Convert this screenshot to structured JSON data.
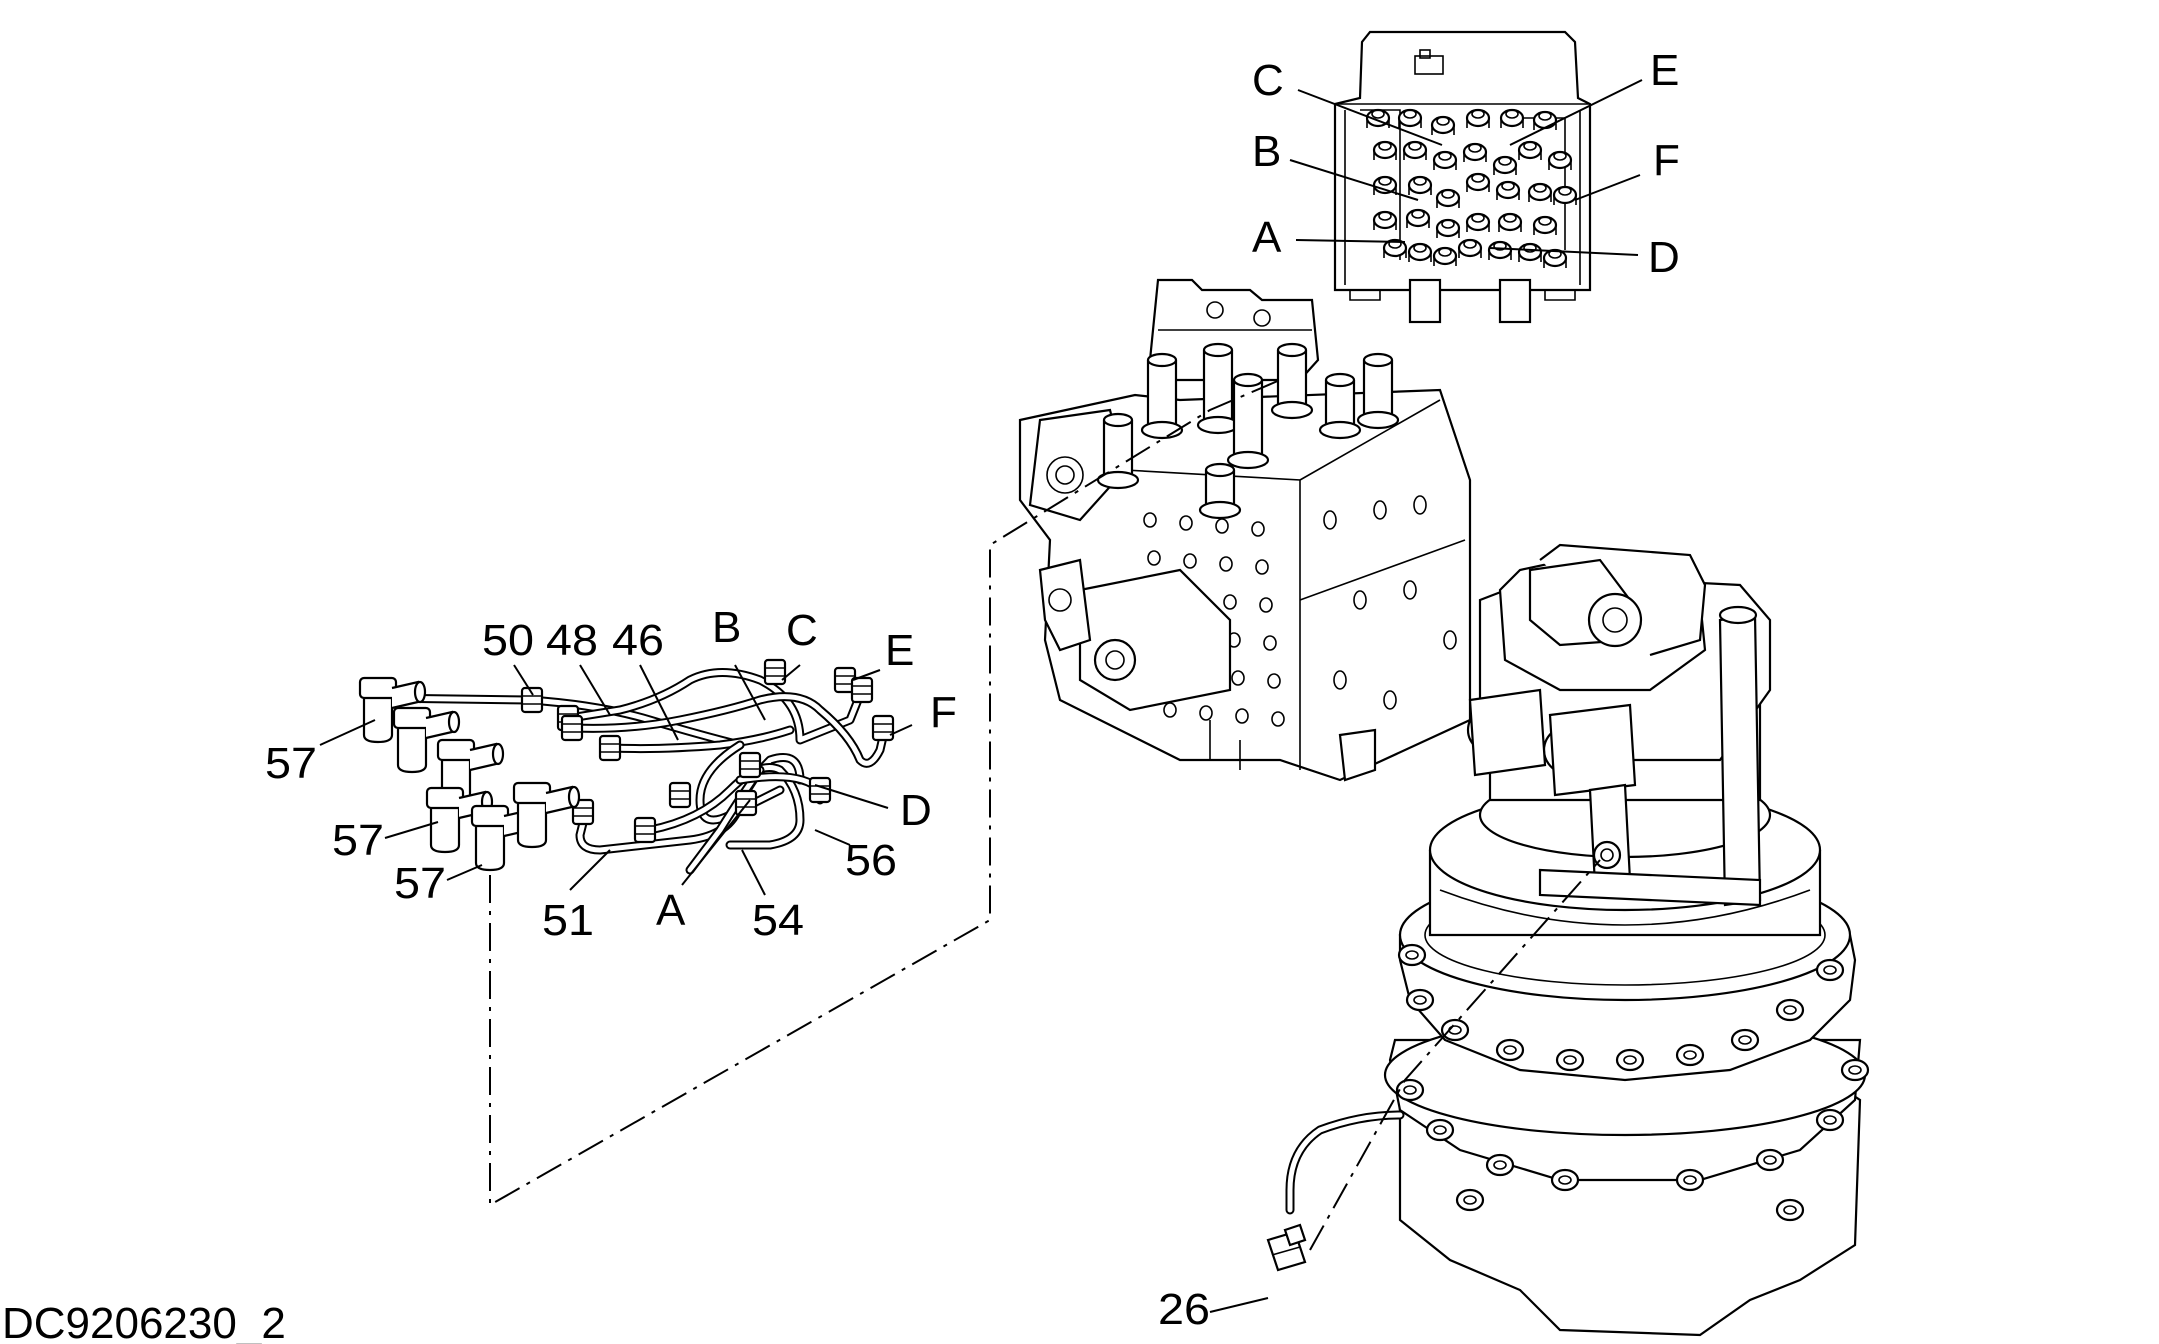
{
  "diagram_code": "DC9206230_2",
  "callouts": {
    "inset": [
      "C",
      "B",
      "A",
      "E",
      "F",
      "D"
    ],
    "pipes": [
      "50",
      "48",
      "46",
      "B",
      "C",
      "E",
      "F",
      "D",
      "56",
      "54",
      "A",
      "51"
    ],
    "fittings": [
      "57",
      "57",
      "57"
    ],
    "sensor": "26"
  }
}
